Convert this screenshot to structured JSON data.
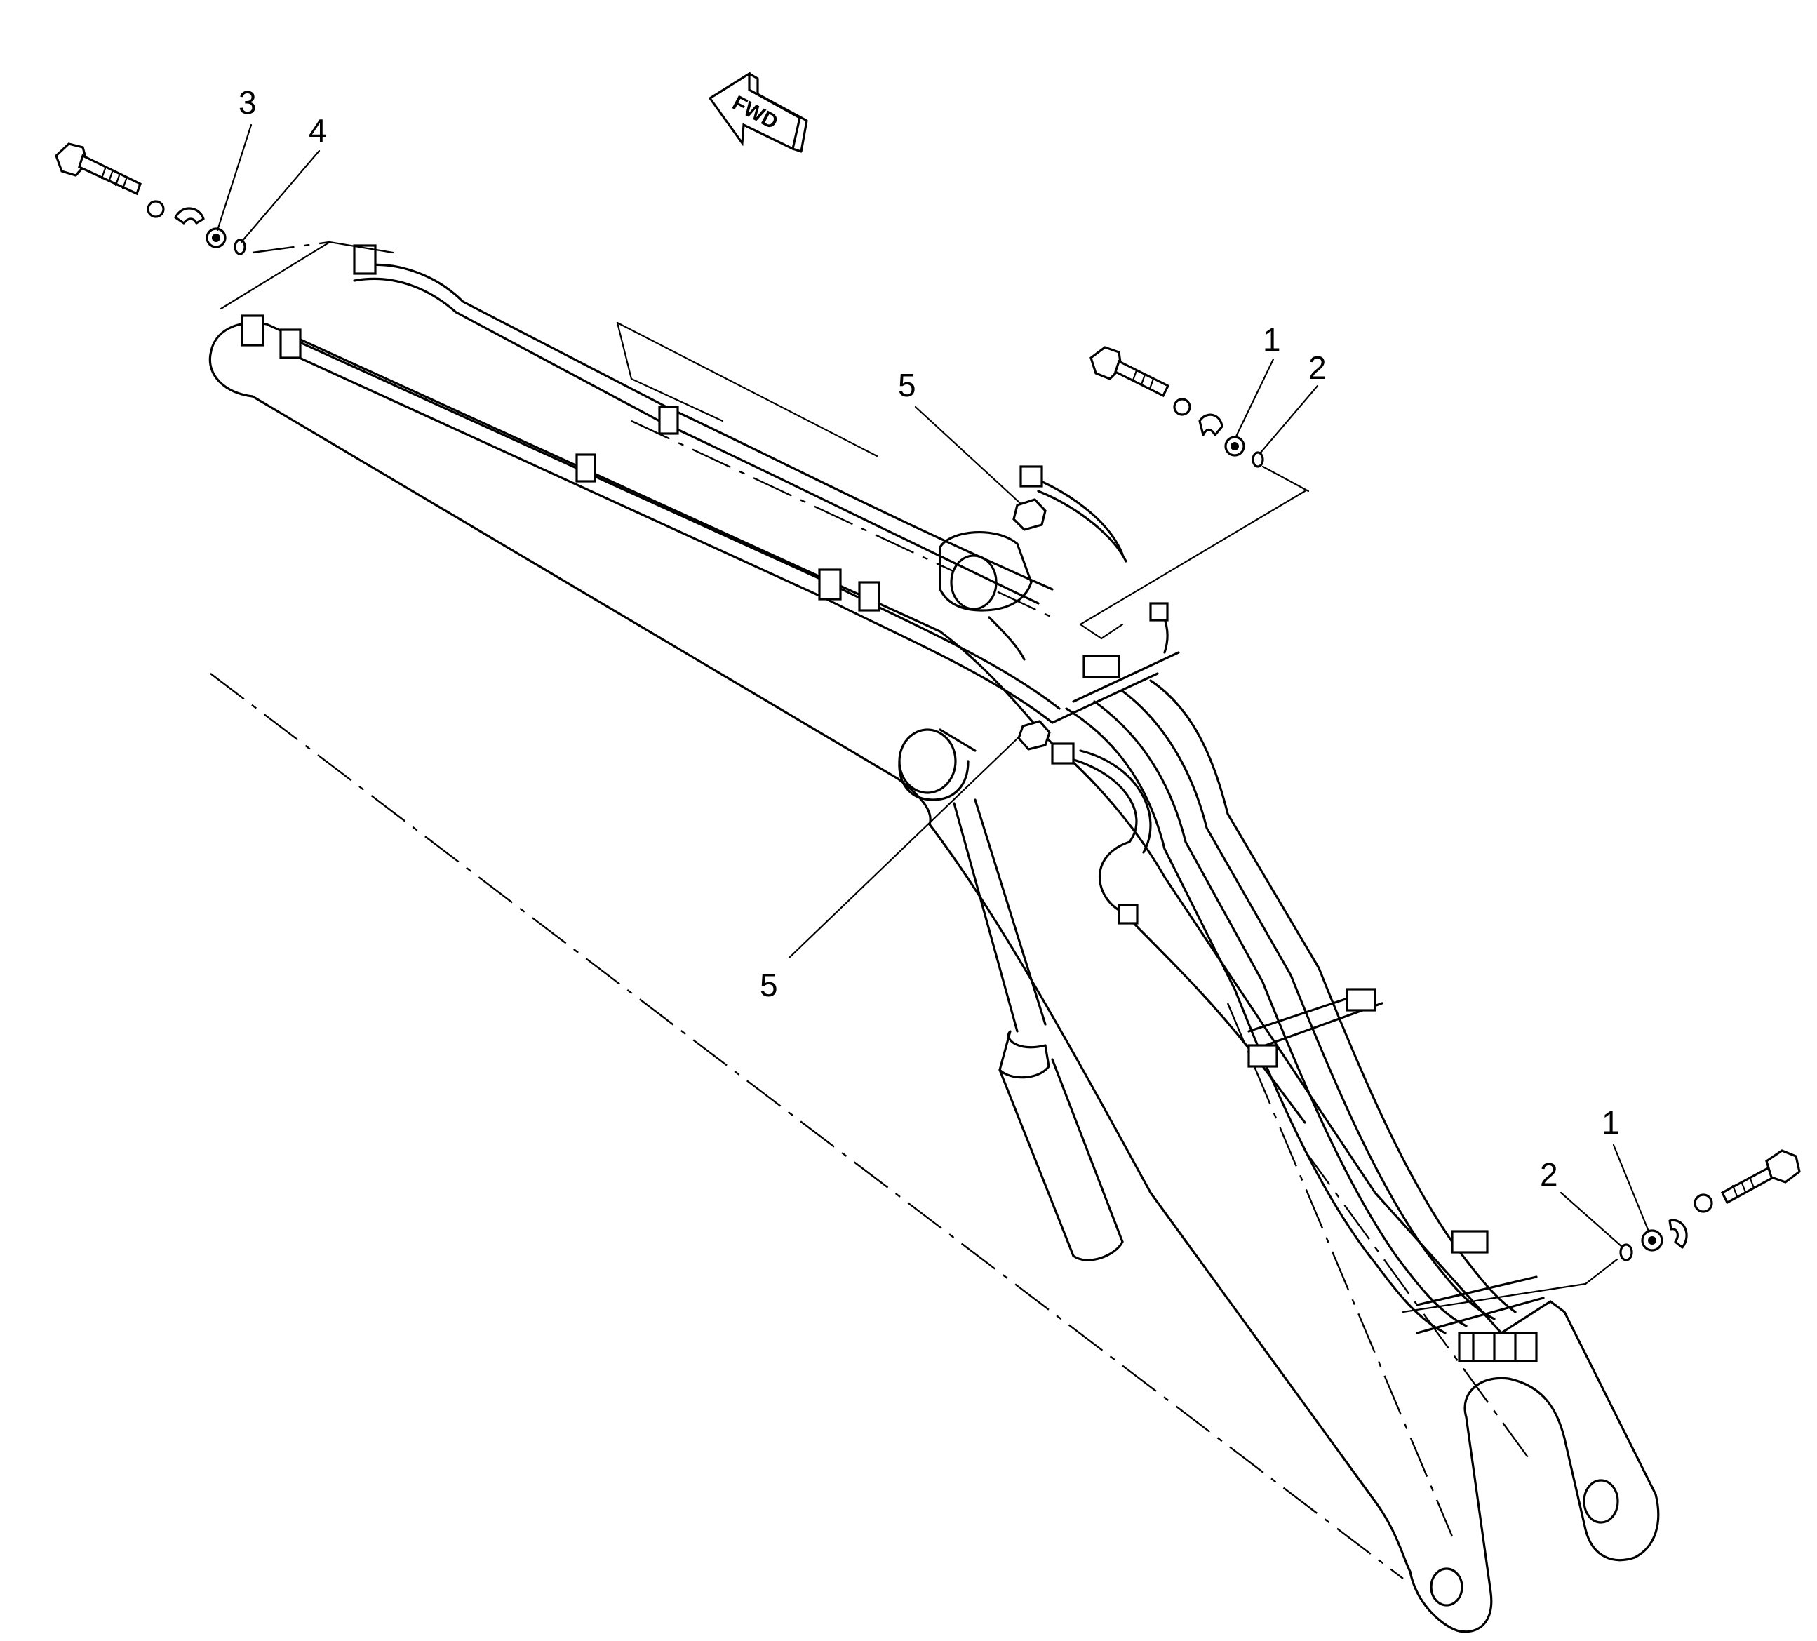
{
  "diagram": {
    "direction_arrow": {
      "label": "FWD",
      "icon": "fwd-arrow-icon"
    },
    "callouts": [
      {
        "id": "c3",
        "label": "3"
      },
      {
        "id": "c4",
        "label": "4"
      },
      {
        "id": "c1a",
        "label": "1"
      },
      {
        "id": "c2a",
        "label": "2"
      },
      {
        "id": "c5a",
        "label": "5"
      },
      {
        "id": "c5b",
        "label": "5"
      },
      {
        "id": "c2b",
        "label": "2"
      },
      {
        "id": "c1b",
        "label": "1"
      }
    ],
    "parts": [
      {
        "name": "bolt"
      },
      {
        "name": "spring-washer"
      },
      {
        "name": "clamp"
      },
      {
        "name": "nut"
      },
      {
        "name": "o-ring"
      }
    ]
  }
}
